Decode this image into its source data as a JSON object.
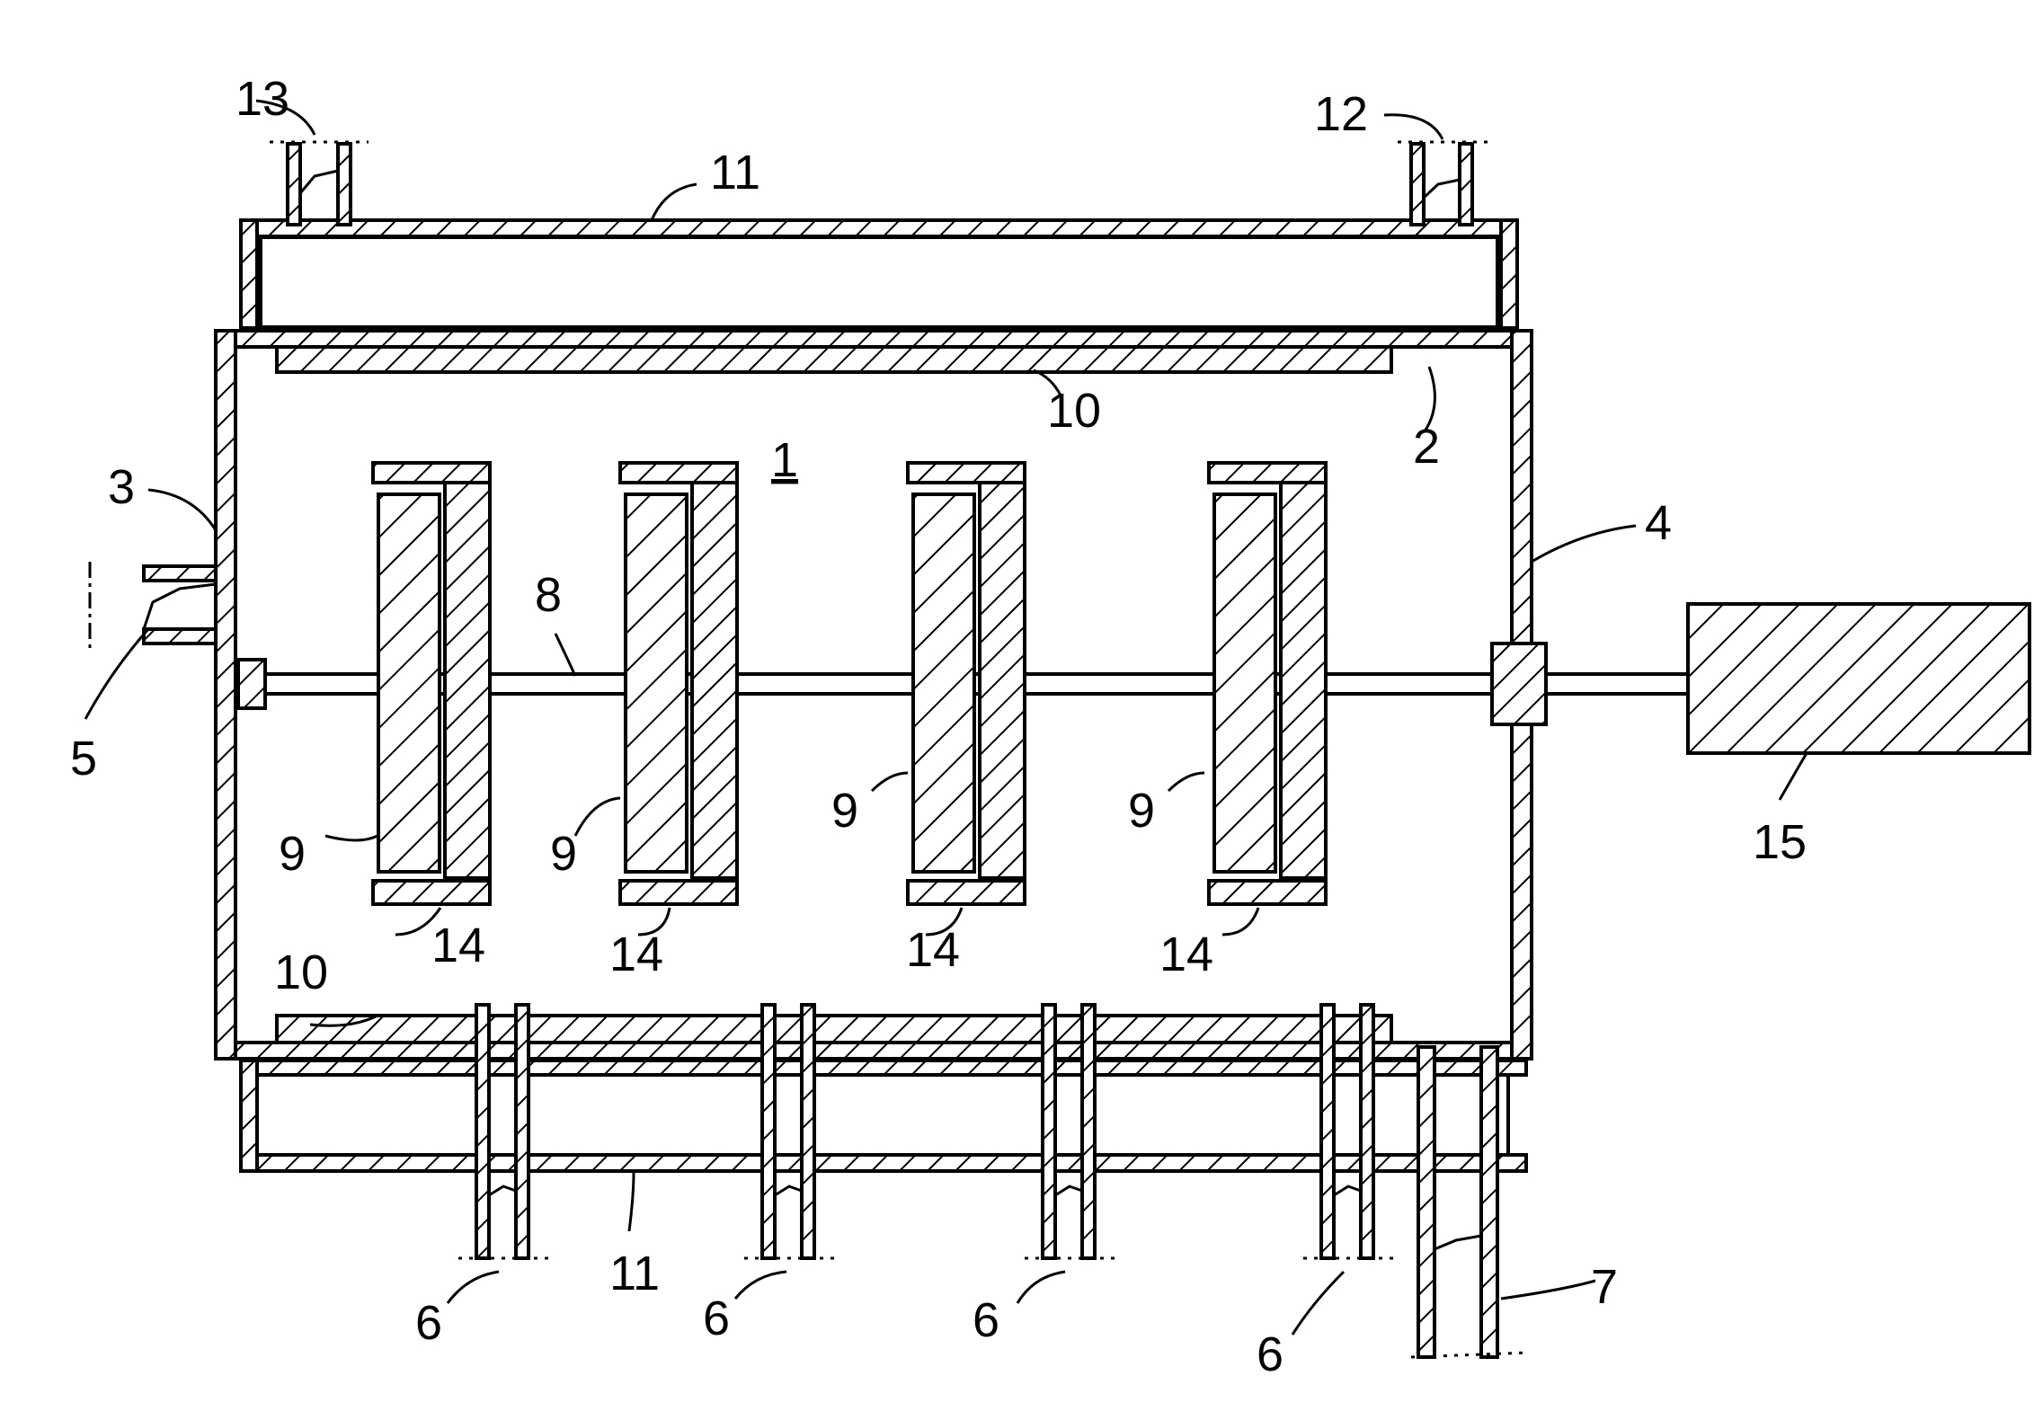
{
  "labels": {
    "l1": "1",
    "l2": "2",
    "l3": "3",
    "l4": "4",
    "l5": "5",
    "l6a": "6",
    "l6b": "6",
    "l6c": "6",
    "l6d": "6",
    "l7": "7",
    "l8": "8",
    "l9a": "9",
    "l9b": "9",
    "l9c": "9",
    "l9d": "9",
    "l10a": "10",
    "l10b": "10",
    "l11a": "11",
    "l11b": "11",
    "l12": "12",
    "l13": "13",
    "l14a": "14",
    "l14b": "14",
    "l14c": "14",
    "l14d": "14",
    "l15": "15"
  }
}
